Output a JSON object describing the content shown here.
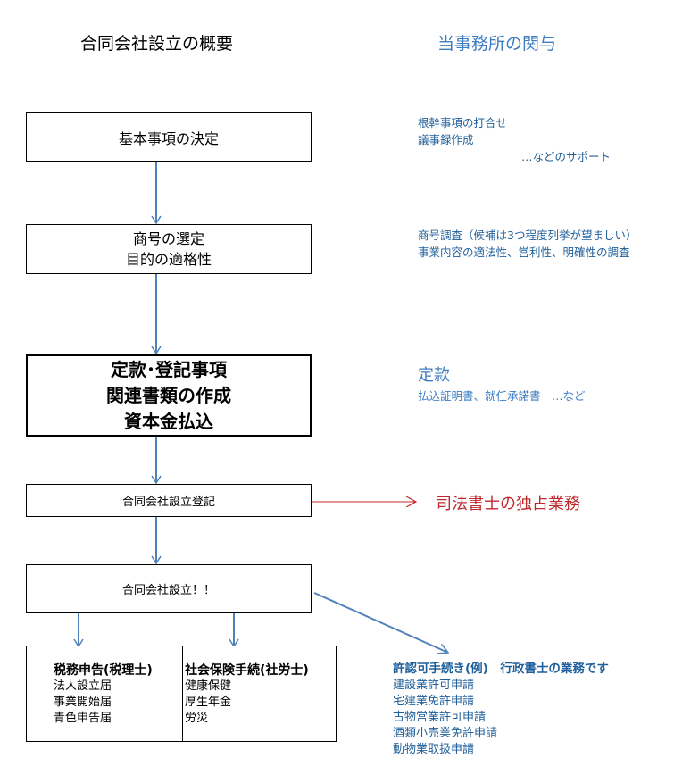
{
  "header": {
    "left_title": "合同会社設立の概要",
    "right_title": "当事務所の関与"
  },
  "flow": {
    "step1": "基本事項の決定",
    "step2_line1": "商号の選定",
    "step2_line2": "目的の適格性",
    "step3_line1": "定款･登記事項",
    "step3_line2": "関連書類の作成",
    "step3_line3": "資本金払込",
    "step4": "合同会社設立登記",
    "step5": "合同会社設立！！"
  },
  "notes": {
    "step1_line1": "根幹事項の打合せ",
    "step1_line2": "議事録作成",
    "step1_line3": "…などのサポート",
    "step2_line1": "商号調査（候補は3つ程度列挙が望ましい）",
    "step2_line2": "事業内容の適法性、営利性、明確性の調査",
    "step3_title": "定款",
    "step3_line2": "払込証明書、就任承諾書　…など",
    "step4_label": "司法書士の独占業務"
  },
  "bottom": {
    "tax": {
      "title": "税務申告(税理士)",
      "items": [
        "法人設立届",
        "事業開始届",
        "青色申告届"
      ]
    },
    "social": {
      "title": "社会保険手続(社労士)",
      "items": [
        "健康保健",
        "厚生年金",
        "労災"
      ]
    }
  },
  "permits": {
    "title": "許認可手続き(例)　行政書士の業務です",
    "items": [
      "建設業許可申請",
      "宅建業免許申請",
      "古物営業許可申請",
      "酒類小売業免許申請",
      "動物業取扱申請"
    ]
  },
  "colors": {
    "arrow": "#4f81bd",
    "red_arrow": "#c0282d",
    "note_blue": "#1f5f9a",
    "title_blue": "#3e7cc2"
  }
}
